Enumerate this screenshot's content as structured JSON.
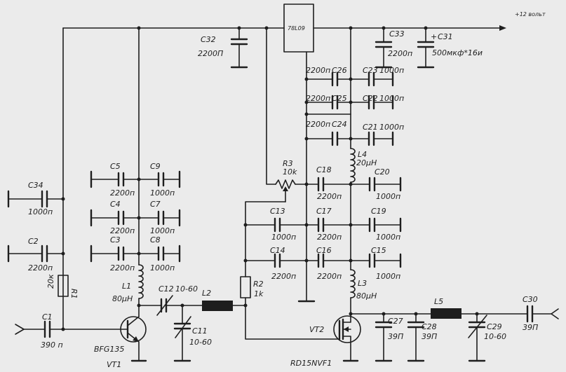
{
  "supply_label": "+12 вольт",
  "regulator": {
    "name": "78L09"
  },
  "capacitors": {
    "c1": {
      "ref": "C1",
      "value": "390 п"
    },
    "c2": {
      "ref": "C2",
      "value": "2200п"
    },
    "c3": {
      "ref": "C3",
      "value": "2200п"
    },
    "c4": {
      "ref": "C4",
      "value": "2200п"
    },
    "c5": {
      "ref": "C5",
      "value": "2200п"
    },
    "c7": {
      "ref": "C7",
      "value": "1000п"
    },
    "c8": {
      "ref": "C8",
      "value": "1000п"
    },
    "c9": {
      "ref": "C9",
      "value": "1000п"
    },
    "c11": {
      "ref": "C11",
      "value": "10-60"
    },
    "c12": {
      "ref": "C12",
      "value": "10-60"
    },
    "c13": {
      "ref": "C13",
      "value": "1000п"
    },
    "c14": {
      "ref": "C14",
      "value": "2200п"
    },
    "c15": {
      "ref": "C15",
      "value": "1000п"
    },
    "c16": {
      "ref": "C16",
      "value": "2200п"
    },
    "c17": {
      "ref": "C17",
      "value": "2200п"
    },
    "c18": {
      "ref": "C18",
      "value": "2200п"
    },
    "c19": {
      "ref": "C19",
      "value": "1000п"
    },
    "c20": {
      "ref": "C20",
      "value": "1000п"
    },
    "c21": {
      "ref": "C21",
      "value": "1000п"
    },
    "c22": {
      "ref": "C22",
      "value": "1000п"
    },
    "c23": {
      "ref": "C23",
      "value": "1000п"
    },
    "c24": {
      "ref": "C24",
      "value": "2200п"
    },
    "c25": {
      "ref": "C25",
      "value": "2200п"
    },
    "c26": {
      "ref": "C26",
      "value": "2200п"
    },
    "c27": {
      "ref": "C27",
      "value": "39П"
    },
    "c28": {
      "ref": "C28",
      "value": "39П"
    },
    "c29": {
      "ref": "C29",
      "value": "10-60"
    },
    "c30": {
      "ref": "C30",
      "value": "39П"
    },
    "c31": {
      "ref": "C31",
      "value": "500мкф*16и"
    },
    "c32": {
      "ref": "C32",
      "value": "2200П"
    },
    "c33": {
      "ref": "C33",
      "value": "2200п"
    },
    "c34": {
      "ref": "C34",
      "value": "1000п"
    }
  },
  "inductors": {
    "l1": {
      "ref": "L1",
      "value": "80μH"
    },
    "l2": {
      "ref": "L2"
    },
    "l3": {
      "ref": "L3",
      "value": "80μH"
    },
    "l4": {
      "ref": "L4",
      "value": "20μH"
    },
    "l5": {
      "ref": "L5"
    }
  },
  "resistors": {
    "r1": {
      "ref": "R1",
      "value": "20к"
    },
    "r2": {
      "ref": "R2",
      "value": "1k"
    },
    "r3": {
      "ref": "R3",
      "value": "10k"
    }
  },
  "transistors": {
    "vt1": {
      "ref": "VT1",
      "part": "BFG135"
    },
    "vt2": {
      "ref": "VT2",
      "part": "RD15NVF1"
    }
  },
  "polarity_mark": "+"
}
